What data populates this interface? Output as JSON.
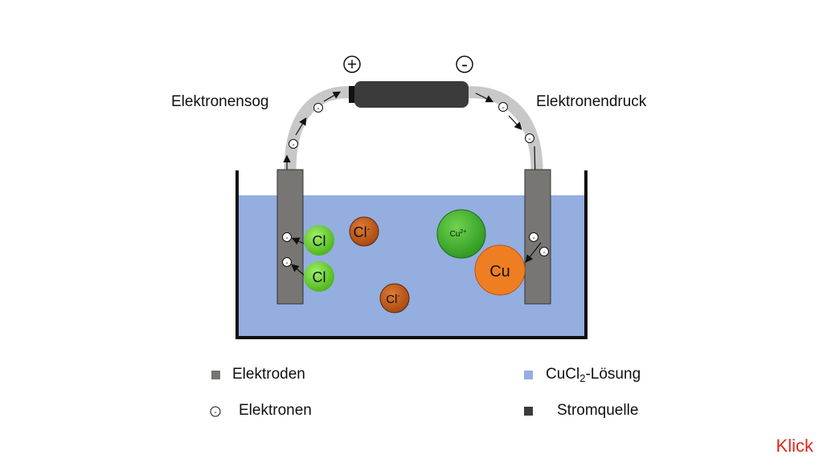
{
  "colors": {
    "electrode": "#777672",
    "solution": "#94aee0",
    "source": "#3b3b3b",
    "wire": "#c8c8c8",
    "chlorine_atom": "#6fd13a",
    "chloride_ion": "#c75e1c",
    "copper_ion": "#4cb535",
    "copper_atom": "#ef7e22",
    "accent": "#e0271b"
  },
  "terminals": {
    "plus": "+",
    "minus": "-"
  },
  "labels": {
    "left_side": "Elektronensog",
    "right_side": "Elektronendruck"
  },
  "particles": {
    "cl_atom": "Cl",
    "cl_ion": "Cl",
    "cl_ion_charge": "-",
    "cu_ion": "Cu",
    "cu_ion_charge": "2+",
    "cu_atom": "Cu",
    "electron": "-"
  },
  "legend": {
    "electrodes": "Elektroden",
    "electrons": "Elektronen",
    "solution_prefix": "CuCl",
    "solution_sub": "2",
    "solution_suffix": "-Lösung",
    "source": "Stromquelle"
  },
  "nav": {
    "next": "Klick"
  }
}
